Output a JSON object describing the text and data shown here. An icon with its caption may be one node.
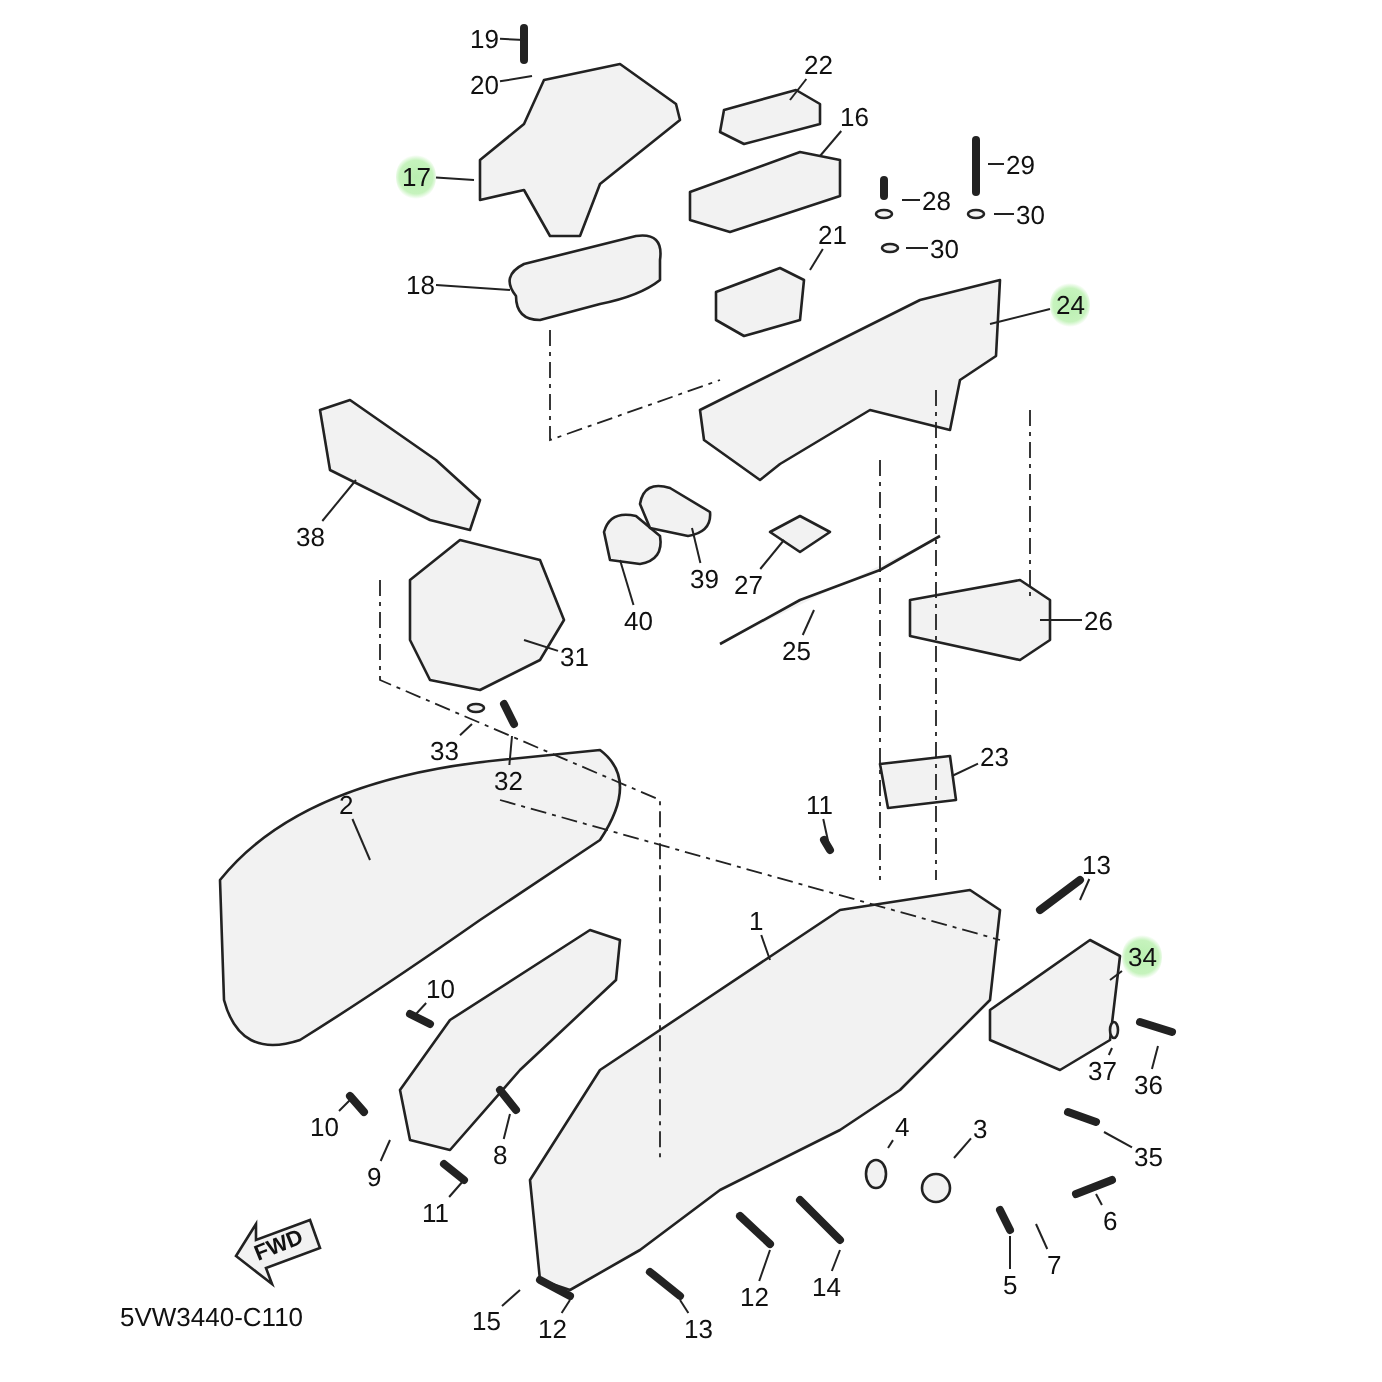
{
  "diagram": {
    "nodes": [
      {
        "text": [
          "19"
        ]
      },
      {
        "text": [
          "20"
        ]
      },
      {
        "text": [
          "22"
        ]
      },
      {
        "text": [
          "16"
        ]
      },
      {
        "text": [
          "17"
        ]
      },
      {
        "text": [
          "29"
        ]
      },
      {
        "text": [
          "28"
        ]
      },
      {
        "text": [
          "30"
        ]
      },
      {
        "text": [
          "30"
        ]
      },
      {
        "text": [
          "21"
        ]
      },
      {
        "text": [
          "18"
        ]
      },
      {
        "text": [
          "24"
        ]
      },
      {
        "text": [
          "38"
        ]
      },
      {
        "text": [
          "39"
        ]
      },
      {
        "text": [
          "27"
        ]
      },
      {
        "text": [
          "40"
        ]
      },
      {
        "text": [
          "26"
        ]
      },
      {
        "text": [
          "25"
        ]
      },
      {
        "text": [
          "31"
        ]
      },
      {
        "text": [
          "33"
        ]
      },
      {
        "text": [
          "32"
        ]
      },
      {
        "text": [
          "2"
        ]
      },
      {
        "text": [
          "11"
        ]
      },
      {
        "text": [
          "23"
        ]
      },
      {
        "text": [
          "13"
        ]
      },
      {
        "text": [
          "34"
        ]
      },
      {
        "text": [
          "1"
        ]
      },
      {
        "text": [
          "10"
        ]
      },
      {
        "text": [
          "10"
        ]
      },
      {
        "text": [
          "37"
        ]
      },
      {
        "text": [
          "36"
        ]
      },
      {
        "text": [
          "8"
        ]
      },
      {
        "text": [
          "9"
        ]
      },
      {
        "text": [
          "4"
        ]
      },
      {
        "text": [
          "3"
        ]
      },
      {
        "text": [
          "35"
        ]
      },
      {
        "text": [
          "11"
        ]
      },
      {
        "text": [
          "6"
        ]
      },
      {
        "text": [
          "7"
        ]
      },
      {
        "text": [
          "14"
        ]
      },
      {
        "text": [
          "5"
        ]
      },
      {
        "text": [
          "12"
        ]
      },
      {
        "text": [
          "15"
        ]
      },
      {
        "text": [
          "12"
        ]
      },
      {
        "text": [
          "13"
        ]
      }
    ],
    "edges": [
      {
        "from": 0,
        "to": null,
        "arrow": "none"
      },
      {
        "from": 1,
        "to": null,
        "arrow": "none"
      },
      {
        "from": 2,
        "to": null,
        "arrow": "none"
      },
      {
        "from": 3,
        "to": null,
        "arrow": "none"
      },
      {
        "from": 4,
        "to": null,
        "arrow": "none"
      },
      {
        "from": 5,
        "to": null,
        "arrow": "none"
      },
      {
        "from": 6,
        "to": null,
        "arrow": "none"
      },
      {
        "from": 7,
        "to": null,
        "arrow": "none"
      },
      {
        "from": 8,
        "to": null,
        "arrow": "none"
      },
      {
        "from": 9,
        "to": null,
        "arrow": "none"
      },
      {
        "from": 10,
        "to": null,
        "arrow": "none"
      },
      {
        "from": 11,
        "to": null,
        "arrow": "none"
      },
      {
        "from": 12,
        "to": null,
        "arrow": "none"
      },
      {
        "from": 13,
        "to": null,
        "arrow": "none"
      },
      {
        "from": 14,
        "to": null,
        "arrow": "none"
      },
      {
        "from": 15,
        "to": null,
        "arrow": "none"
      },
      {
        "from": 16,
        "to": null,
        "arrow": "none"
      },
      {
        "from": 17,
        "to": null,
        "arrow": "none"
      },
      {
        "from": 18,
        "to": null,
        "arrow": "none"
      },
      {
        "from": 19,
        "to": null,
        "arrow": "none"
      },
      {
        "from": 20,
        "to": null,
        "arrow": "none"
      },
      {
        "from": 21,
        "to": null,
        "arrow": "none"
      },
      {
        "from": 22,
        "to": null,
        "arrow": "none"
      },
      {
        "from": 23,
        "to": null,
        "arrow": "none"
      },
      {
        "from": 24,
        "to": null,
        "arrow": "none"
      },
      {
        "from": 25,
        "to": null,
        "arrow": "none"
      },
      {
        "from": 26,
        "to": null,
        "arrow": "none"
      },
      {
        "from": 27,
        "to": null,
        "arrow": "none"
      },
      {
        "from": 28,
        "to": null,
        "arrow": "none"
      },
      {
        "from": 29,
        "to": null,
        "arrow": "none"
      },
      {
        "from": 30,
        "to": null,
        "arrow": "none"
      },
      {
        "from": 31,
        "to": null,
        "arrow": "none"
      },
      {
        "from": 32,
        "to": null,
        "arrow": "none"
      },
      {
        "from": 33,
        "to": null,
        "arrow": "none"
      },
      {
        "from": 34,
        "to": null,
        "arrow": "none"
      },
      {
        "from": 35,
        "to": null,
        "arrow": "none"
      },
      {
        "from": 36,
        "to": null,
        "arrow": "none"
      },
      {
        "from": 37,
        "to": null,
        "arrow": "none"
      },
      {
        "from": 38,
        "to": null,
        "arrow": "none"
      },
      {
        "from": 39,
        "to": null,
        "arrow": "none"
      },
      {
        "from": 40,
        "to": null,
        "arrow": "none"
      },
      {
        "from": 41,
        "to": null,
        "arrow": "none"
      },
      {
        "from": 42,
        "to": null,
        "arrow": "none"
      },
      {
        "from": 43,
        "to": null,
        "arrow": "none"
      },
      {
        "from": 44,
        "to": null,
        "arrow": "none"
      }
    ],
    "labels": [
      "FWD",
      "5VW3440-C110"
    ]
  }
}
